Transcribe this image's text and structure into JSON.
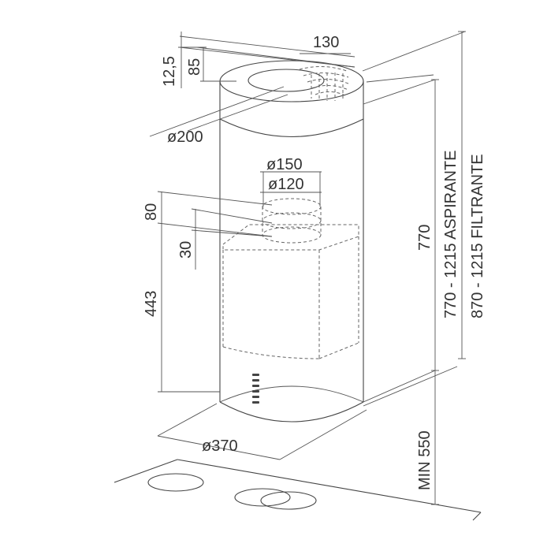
{
  "dimensions": {
    "d130": "130",
    "d12_5": "12,5",
    "d85": "85",
    "d200": "ø200",
    "d150": "ø150",
    "d120": "ø120",
    "d80": "80",
    "d30": "30",
    "d443": "443",
    "d370": "ø370",
    "d770": "770",
    "aspirante": "770 - 1215 ASPIRANTE",
    "filtrante": "870 - 1215 FILTRANTE",
    "min550": "MIN 550"
  },
  "colors": {
    "line": "#444444",
    "text": "#333333",
    "background": "#ffffff"
  },
  "icons": [
    "burner-icon",
    "control-buttons-icon",
    "vent-grille-icon"
  ]
}
